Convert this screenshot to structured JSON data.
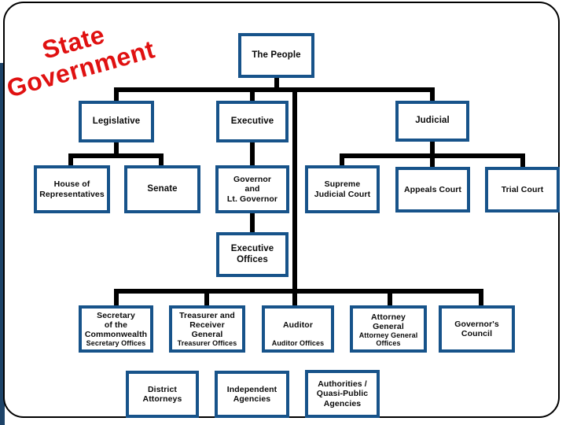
{
  "slide": {
    "title": "State\nGovernment"
  },
  "palette": {
    "title_red": "#e01111",
    "box_border_navy": "#17538a",
    "connector_black": "#000000",
    "background": "#ffffff"
  },
  "org_chart": {
    "nodes": {
      "people": {
        "label": "The People"
      },
      "legislative": {
        "label": "Legislative"
      },
      "executive": {
        "label": "Executive"
      },
      "judicial": {
        "label": "Judicial"
      },
      "house": {
        "label": "House of\nRepresentatives"
      },
      "senate": {
        "label": "Senate"
      },
      "governor": {
        "label": "Governor\nand\nLt. Governor"
      },
      "supreme": {
        "label": "Supreme\nJudicial Court"
      },
      "appeals": {
        "label": "Appeals Court"
      },
      "trial": {
        "label": "Trial Court"
      },
      "exec_offices": {
        "label": "Executive\nOffices"
      },
      "secretary": {
        "label": "Secretary\nof the\nCommonwealth",
        "sub": "Secretary Offices"
      },
      "treasurer": {
        "label": "Treasurer and\nReceiver\nGeneral",
        "sub": "Treasurer Offices"
      },
      "auditor": {
        "label": "Auditor",
        "sub": "Auditor Offices"
      },
      "attorney": {
        "label": "Attorney\nGeneral",
        "sub": "Attorney General\nOffices"
      },
      "council": {
        "label": "Governor's\nCouncil"
      },
      "district": {
        "label": "District\nAttorneys"
      },
      "independent": {
        "label": "Independent\nAgencies"
      },
      "authorities": {
        "label": "Authorities /\nQuasi-Public\nAgencies"
      }
    }
  }
}
